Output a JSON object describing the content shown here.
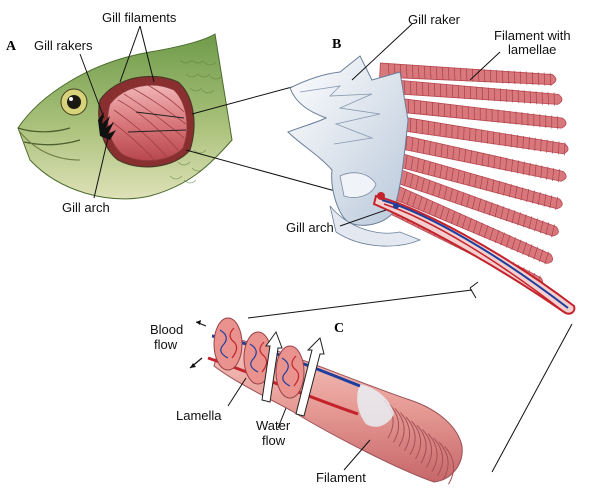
{
  "panels": {
    "a": "A",
    "b": "B",
    "c": "C"
  },
  "labels": {
    "gill_filaments": "Gill filaments",
    "gill_rakers": "Gill rakers",
    "gill_arch_a": "Gill arch",
    "gill_raker_b": "Gill raker",
    "filament_with_lamellae_1": "Filament with",
    "filament_with_lamellae_2": "lamellae",
    "gill_arch_b": "Gill arch",
    "blood_flow_1": "Blood",
    "blood_flow_2": "flow",
    "lamella": "Lamella",
    "water_flow_1": "Water",
    "water_flow_2": "flow",
    "filament": "Filament"
  },
  "colors": {
    "filament_pink": "#d9787c",
    "filament_dark": "#b8474f",
    "fish_green": "#8fb36a",
    "fish_belly": "#d8dcae",
    "raker_white": "#dfe7f0",
    "vessel_blue": "#1f3f9e",
    "vessel_red": "#c4232b"
  },
  "icons": [
    "fish-head-illustration",
    "gill-arch-illustration",
    "filament-illustration",
    "water-flow-arrow"
  ]
}
